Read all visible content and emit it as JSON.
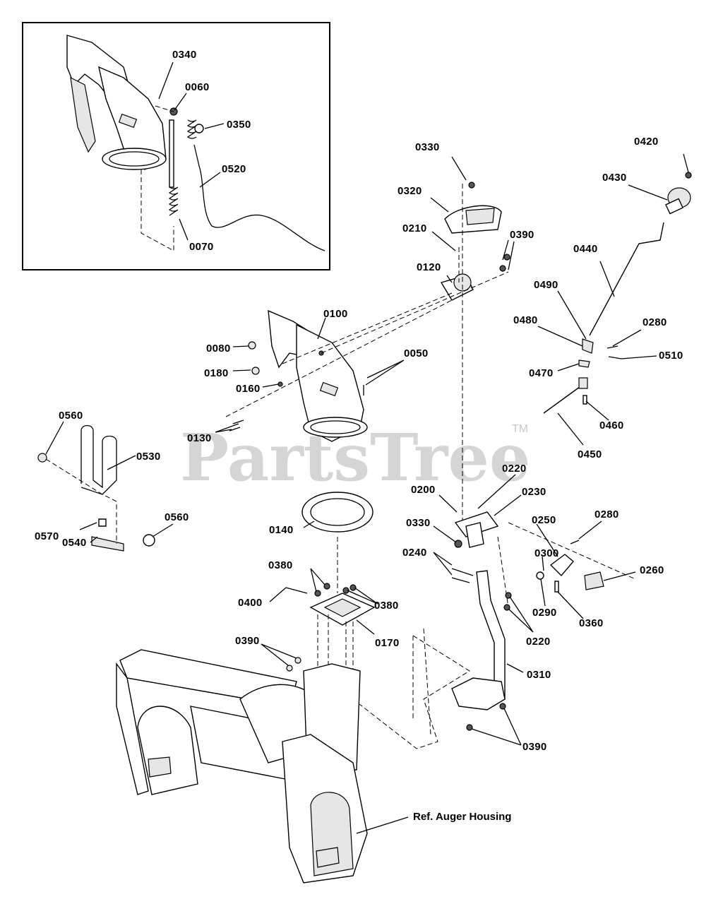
{
  "watermark": {
    "text": "PartsTree",
    "trademark": "TM"
  },
  "reference_label": "Ref. Auger Housing",
  "labels": {
    "p0340": "0340",
    "p0060": "0060",
    "p0350": "0350",
    "p0520": "0520",
    "p0070": "0070",
    "p0330_top": "0330",
    "p0320": "0320",
    "p0210": "0210",
    "p0390_top": "0390",
    "p0120": "0120",
    "p0420": "0420",
    "p0430": "0430",
    "p0440": "0440",
    "p0490": "0490",
    "p0480": "0480",
    "p0280_top": "0280",
    "p0510": "0510",
    "p0470": "0470",
    "p0460": "0460",
    "p0450": "0450",
    "p0100": "0100",
    "p0080": "0080",
    "p0180": "0180",
    "p0160": "0160",
    "p0050": "0050",
    "p0130": "0130",
    "p0560_top": "0560",
    "p0530": "0530",
    "p0570": "0570",
    "p0540": "0540",
    "p0560_bot": "0560",
    "p0140": "0140",
    "p0220_top": "0220",
    "p0200": "0200",
    "p0230": "0230",
    "p0330_mid": "0330",
    "p0250": "0250",
    "p0280_mid": "0280",
    "p0240": "0240",
    "p0300": "0300",
    "p0260": "0260",
    "p0380_a": "0380",
    "p0380_b": "0380",
    "p0400": "0400",
    "p0290": "0290",
    "p0360": "0360",
    "p0220_bot": "0220",
    "p0170": "0170",
    "p0390_left": "0390",
    "p0310": "0310",
    "p0390_bot": "0390"
  }
}
